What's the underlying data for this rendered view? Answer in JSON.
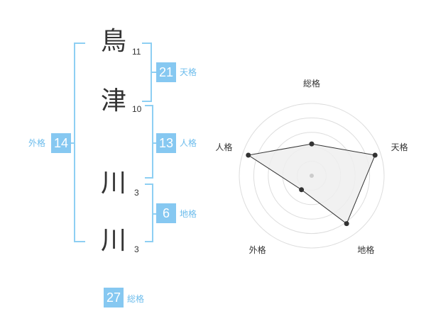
{
  "name": {
    "chars": [
      {
        "char": "鳥",
        "strokes": "11"
      },
      {
        "char": "津",
        "strokes": "10"
      },
      {
        "char": "川",
        "strokes": "3"
      },
      {
        "char": "川",
        "strokes": "3"
      }
    ]
  },
  "grids": {
    "tenkaku": {
      "value": "21",
      "label": "天格"
    },
    "jinkaku": {
      "value": "13",
      "label": "人格"
    },
    "chikaku": {
      "value": "6",
      "label": "地格"
    },
    "gaikaku": {
      "value": "14",
      "label": "外格"
    },
    "soukaku": {
      "value": "27",
      "label": "総格"
    }
  },
  "colors": {
    "accent": "#86c8f1",
    "bracket": "#8ecff3",
    "label": "#6cbcec",
    "polygon_fill": "#efefef",
    "ring": "#dddddd"
  },
  "chart_data": {
    "type": "radar",
    "axes": [
      "総格",
      "天格",
      "地格",
      "外格",
      "人格"
    ],
    "values": [
      2.2,
      4.6,
      4.1,
      1.2,
      4.6
    ],
    "max": 5,
    "rings": 5
  }
}
